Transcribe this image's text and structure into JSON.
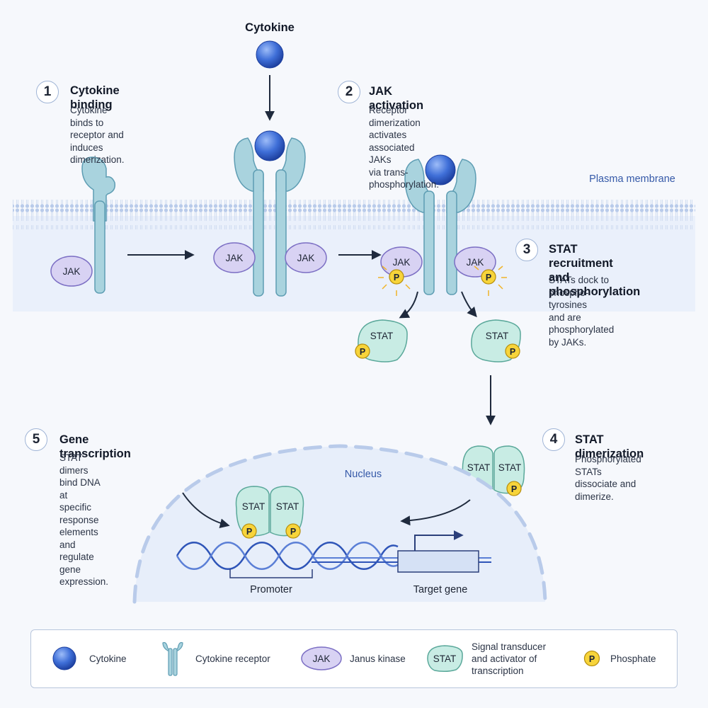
{
  "top_label": "Cytokine",
  "membrane_label": "Plasma membrane",
  "nucleus_label": "Nucleus",
  "molecule_labels": {
    "jak": "JAK",
    "stat": "STAT",
    "phosphate": "P"
  },
  "steps": [
    {
      "number": "1",
      "title": "Cytokine binding",
      "description": "Cytokine binds to\nreceptor and induces\ndimerization."
    },
    {
      "number": "2",
      "title": "JAK activation",
      "description": "Receptor dimerization\nactivates associated JAKs\nvia trans-phosphorylation."
    },
    {
      "number": "3",
      "title": "STAT recruitment\nand phosphorylation",
      "description": "STATs dock to phospho-tyrosines\nand are phosphorylated by JAKs."
    },
    {
      "number": "4",
      "title": "STAT dimerization",
      "description": "Phosphorylated STATs\ndissociate and dimerize."
    },
    {
      "number": "5",
      "title": "Gene transcription",
      "description": "STAT dimers bind DNA at\nspecific response elements\nand regulate gene expression."
    }
  ],
  "dna_labels": {
    "promoter": "Promoter",
    "target_gene": "Target gene"
  },
  "legend": [
    {
      "icon": "cytokine-icon",
      "label": "Cytokine"
    },
    {
      "icon": "receptor-icon",
      "label": "Cytokine receptor"
    },
    {
      "icon": "jak-icon",
      "label": "Janus kinase",
      "badge": "JAK"
    },
    {
      "icon": "stat-icon",
      "label": "Signal transducer\nand activator of\ntranscription",
      "badge": "STAT"
    },
    {
      "icon": "phosphate-icon",
      "label": "Phosphate",
      "badge": "P"
    }
  ],
  "colors": {
    "receptor": "#a9d3de",
    "receptor_stroke": "#5e9db3",
    "jak": "#d8d2f3",
    "jak_stroke": "#7c6fc4",
    "stat": "#c8ece4",
    "stat_stroke": "#5aa89a",
    "phosphate": "#f7d43a",
    "cytokine": "#3f6fd8",
    "membrane": "#b9cbea",
    "dna": "#2f55b8",
    "arrow": "#1f2a3d"
  }
}
